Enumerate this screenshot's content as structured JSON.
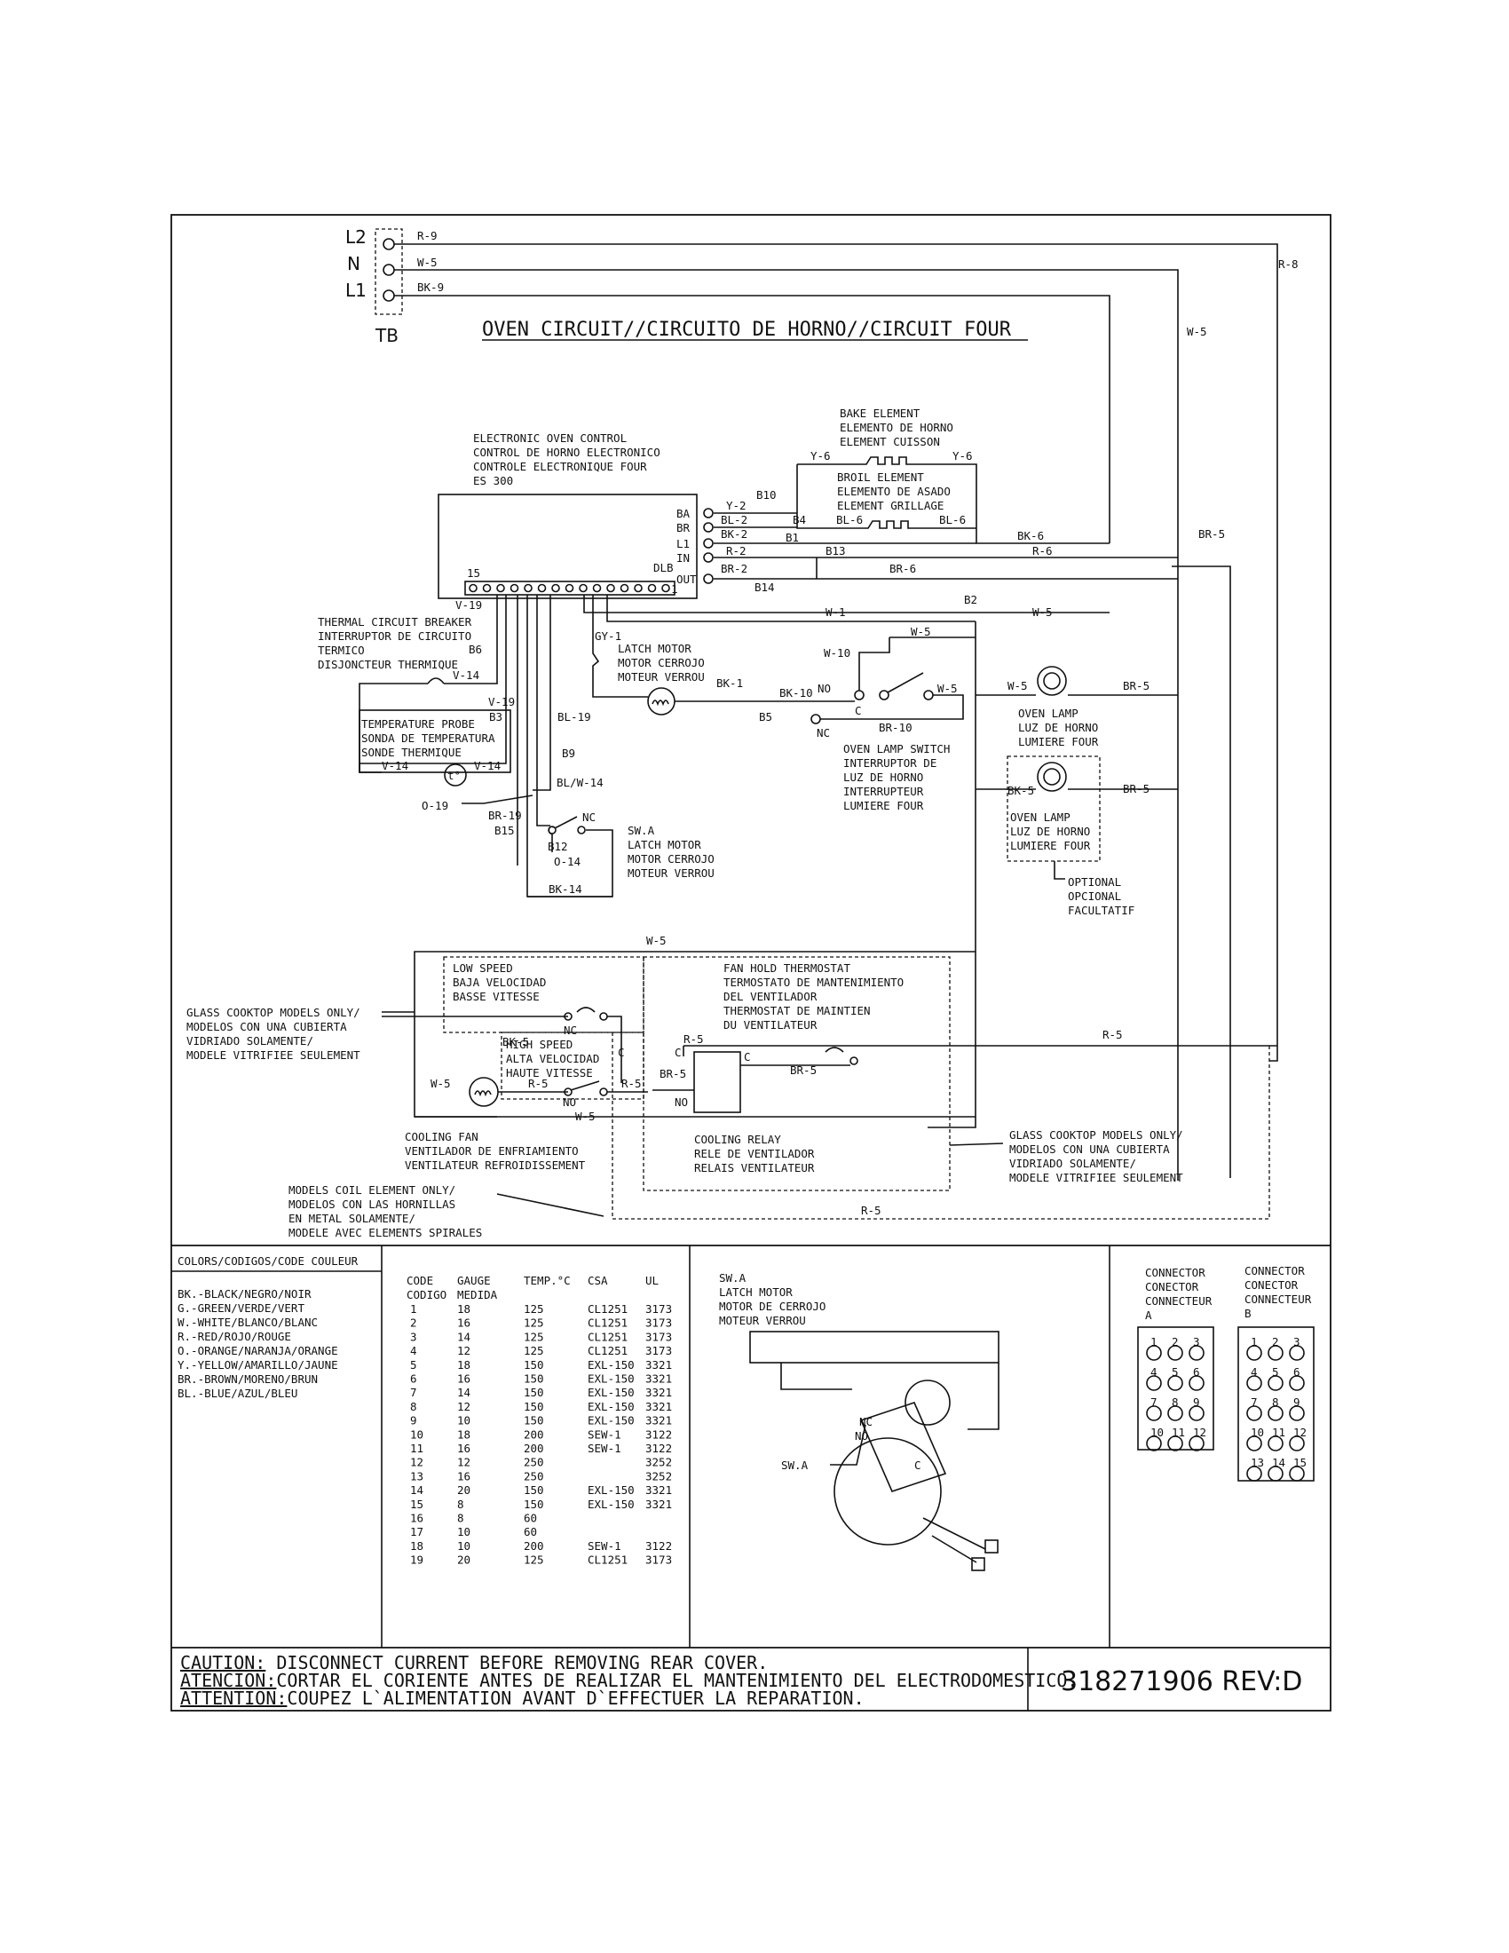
{
  "title": "OVEN CIRCUIT//CIRCUITO DE HORNO//CIRCUIT FOUR",
  "terminal_block": {
    "label": "TB",
    "terminals": [
      "L2",
      "N",
      "L1"
    ]
  },
  "supply_wires": [
    "R-9",
    "W-5",
    "BK-9",
    "R-8",
    "W-5"
  ],
  "control": {
    "lines": [
      "ELECTRONIC OVEN CONTROL",
      "CONTROL DE HORNO ELECTRONICO",
      "CONTROLE ELECTRONIQUE FOUR",
      "ES 300"
    ],
    "pins": [
      "BA",
      "BR",
      "L1",
      "IN",
      "DLB",
      "OUT"
    ],
    "header_start": "15",
    "header_end": "1"
  },
  "bake_element": [
    "BAKE ELEMENT",
    "ELEMENTO DE HORNO",
    "ELEMENT CUISSON"
  ],
  "broil_element": [
    "BROIL ELEMENT",
    "ELEMENTO DE ASADO",
    "ELEMENT GRILLAGE"
  ],
  "wire_labels": {
    "y6a": "Y-6",
    "y6b": "Y-6",
    "y2": "Y-2",
    "b10": "B10",
    "bl2": "BL-2",
    "b4": "B4",
    "bl6a": "BL-6",
    "bl6b": "BL-6",
    "bk2": "BK-2",
    "b1": "B1",
    "r2": "R-2",
    "b13": "B13",
    "br2": "BR-2",
    "b14": "B14",
    "br6": "BR-6",
    "bk6": "BK-6",
    "r6": "R-6",
    "br5a": "BR-5",
    "w1": "W-1",
    "b2": "B2",
    "w5a": "W-5",
    "w5b": "W-5",
    "v19a": "V-19",
    "gy1": "GY-1",
    "w10": "W-10",
    "bk1": "BK-1",
    "bk10": "BK-10",
    "b5": "B5",
    "w5c": "W-5",
    "no1": "NO",
    "c1": "C",
    "nc1": "NC",
    "br10": "BR-10",
    "w5d": "W-5",
    "br5b": "BR-5",
    "bk5a": "BK-5",
    "br5c": "BR-5",
    "b6": "B6",
    "v14a": "V-14",
    "v19b": "V-19",
    "b3": "B3",
    "bl19": "BL-19",
    "v14b": "V-14",
    "v14c": "V-14",
    "b9": "B9",
    "blw14": "BL/W-14",
    "o19": "O-19",
    "br19": "BR-19",
    "b15": "B15",
    "c2": "C",
    "nc2": "NC",
    "b12": "B12",
    "o14": "O-14",
    "bk14": "BK-14",
    "w5e": "W-5",
    "r5a": "R-5",
    "bk5b": "BK-5",
    "w5f": "W-5",
    "r5b": "R-5",
    "r5c": "R-5",
    "no2": "NO",
    "w5g": "W-5",
    "c3": "C",
    "nc3": "NC",
    "r5d": "R-5",
    "br5d": "BR-5",
    "c4": "C",
    "br5e": "BR-5",
    "no3": "NO",
    "r5e": "R-5"
  },
  "thermal_breaker": [
    "THERMAL CIRCUIT BREAKER",
    "INTERRUPTOR DE CIRCUITO",
    "TERMICO",
    "DISJONCTEUR THERMIQUE"
  ],
  "temp_probe": [
    "TEMPERATURE PROBE",
    "SONDA DE TEMPERATURA",
    "SONDE THERMIQUE"
  ],
  "probe_symbol": "t°",
  "latch_motor": [
    "LATCH MOTOR",
    "MOTOR CERROJO",
    "MOTEUR VERROU"
  ],
  "sw_a": [
    "SW.A",
    "LATCH MOTOR",
    "MOTOR CERROJO",
    "MOTEUR VERROU"
  ],
  "oven_lamp_switch": [
    "OVEN LAMP SWITCH",
    "INTERRUPTOR DE",
    "LUZ DE HORNO",
    "INTERRUPTEUR",
    "LUMIERE FOUR"
  ],
  "oven_lamp_1": [
    "OVEN LAMP",
    "LUZ DE HORNO",
    "LUMIERE FOUR"
  ],
  "oven_lamp_2": [
    "OVEN LAMP",
    "LUZ DE HORNO",
    "LUMIERE FOUR"
  ],
  "optional": [
    "OPTIONAL",
    "OPCIONAL",
    "FACULTATIF"
  ],
  "low_speed": [
    "LOW SPEED",
    "BAJA VELOCIDAD",
    "BASSE VITESSE"
  ],
  "high_speed": [
    "HIGH SPEED",
    "ALTA VELOCIDAD",
    "HAUTE VITESSE"
  ],
  "fan_hold": [
    "FAN HOLD THERMOSTAT",
    "TERMOSTATO DE MANTENIMIENTO",
    "DEL VENTILADOR",
    "THERMOSTAT DE MAINTIEN",
    "DU VENTILATEUR"
  ],
  "glass_left": [
    "GLASS COOKTOP MODELS ONLY/",
    "MODELOS CON UNA CUBIERTA",
    "VIDRIADO SOLAMENTE/",
    "MODELE VITRIFIEE SEULEMENT"
  ],
  "glass_right": [
    "GLASS COOKTOP MODELS ONLY/",
    "MODELOS CON UNA CUBIERTA",
    "VIDRIADO SOLAMENTE/",
    "MODELE VITRIFIEE SEULEMENT"
  ],
  "cooling_fan": [
    "COOLING FAN",
    "VENTILADOR DE ENFRIAMIENTO",
    "VENTILATEUR REFROIDISSEMENT"
  ],
  "cooling_relay": [
    "COOLING RELAY",
    "RELE DE VENTILADOR",
    "RELAIS VENTILATEUR"
  ],
  "coil_models": [
    "MODELS COIL ELEMENT ONLY/",
    "MODELOS CON LAS HORNILLAS",
    "EN METAL SOLAMENTE/",
    "MODELE AVEC ELEMENTS SPIRALES"
  ],
  "colors": {
    "title": "COLORS/CODIGOS/CODE COULEUR",
    "items": [
      "BK.-BLACK/NEGRO/NOIR",
      "G.-GREEN/VERDE/VERT",
      "W.-WHITE/BLANCO/BLANC",
      "R.-RED/ROJO/ROUGE",
      "O.-ORANGE/NARANJA/ORANGE",
      "Y.-YELLOW/AMARILLO/JAUNE",
      "BR.-BROWN/MORENO/BRUN",
      "BL.-BLUE/AZUL/BLEU"
    ]
  },
  "gauge_table": {
    "headers": [
      "CODE",
      "GAUGE",
      "TEMP.°C",
      "CSA",
      "UL"
    ],
    "headers2": [
      "CODIGO",
      "MEDIDA",
      "",
      "",
      ""
    ],
    "rows": [
      [
        "1",
        "18",
        "125",
        "CL1251",
        "3173"
      ],
      [
        "2",
        "16",
        "125",
        "CL1251",
        "3173"
      ],
      [
        "3",
        "14",
        "125",
        "CL1251",
        "3173"
      ],
      [
        "4",
        "12",
        "125",
        "CL1251",
        "3173"
      ],
      [
        "5",
        "18",
        "150",
        "EXL-150",
        "3321"
      ],
      [
        "6",
        "16",
        "150",
        "EXL-150",
        "3321"
      ],
      [
        "7",
        "14",
        "150",
        "EXL-150",
        "3321"
      ],
      [
        "8",
        "12",
        "150",
        "EXL-150",
        "3321"
      ],
      [
        "9",
        "10",
        "150",
        "EXL-150",
        "3321"
      ],
      [
        "10",
        "18",
        "200",
        "SEW-1",
        "3122"
      ],
      [
        "11",
        "16",
        "200",
        "SEW-1",
        "3122"
      ],
      [
        "12",
        "12",
        "250",
        "",
        "3252"
      ],
      [
        "13",
        "16",
        "250",
        "",
        "3252"
      ],
      [
        "14",
        "20",
        "150",
        "EXL-150",
        "3321"
      ],
      [
        "15",
        "8",
        "150",
        "EXL-150",
        "3321"
      ],
      [
        "16",
        "8",
        "60",
        "",
        ""
      ],
      [
        "17",
        "10",
        "60",
        "",
        ""
      ],
      [
        "18",
        "10",
        "200",
        "SEW-1",
        "3122"
      ],
      [
        "19",
        "20",
        "125",
        "CL1251",
        "3173"
      ]
    ]
  },
  "latch_detail": {
    "lines": [
      "SW.A",
      "LATCH MOTOR",
      "MOTOR DE CERROJO",
      "MOTEUR VERROU"
    ],
    "sw": "SW.A",
    "nc": "NC",
    "no": "NO",
    "c": "C"
  },
  "connector_a": {
    "lines": [
      "CONNECTOR",
      "CONECTOR",
      "CONNECTEUR",
      "A"
    ],
    "pins": [
      "1",
      "2",
      "3",
      "4",
      "5",
      "6",
      "7",
      "8",
      "9",
      "10",
      "11",
      "12"
    ]
  },
  "connector_b": {
    "lines": [
      "CONNECTOR",
      "CONECTOR",
      "CONNECTEUR",
      "B"
    ],
    "pins": [
      "1",
      "2",
      "3",
      "4",
      "5",
      "6",
      "7",
      "8",
      "9",
      "10",
      "11",
      "12",
      "13",
      "14",
      "15"
    ]
  },
  "caution": {
    "c1k": "CAUTION:",
    "c1": " DISCONNECT CURRENT BEFORE REMOVING REAR COVER.",
    "c2k": "ATENCION:",
    "c2": "CORTAR EL CORIENTE ANTES DE REALIZAR EL MANTENIMIENTO DEL ELECTRODOMESTICO.",
    "c3k": "ATTENTION:",
    "c3": "COUPEZ L`ALIMENTATION AVANT D`EFFECTUER LA REPARATION."
  },
  "part_number": "318271906 REV:D"
}
